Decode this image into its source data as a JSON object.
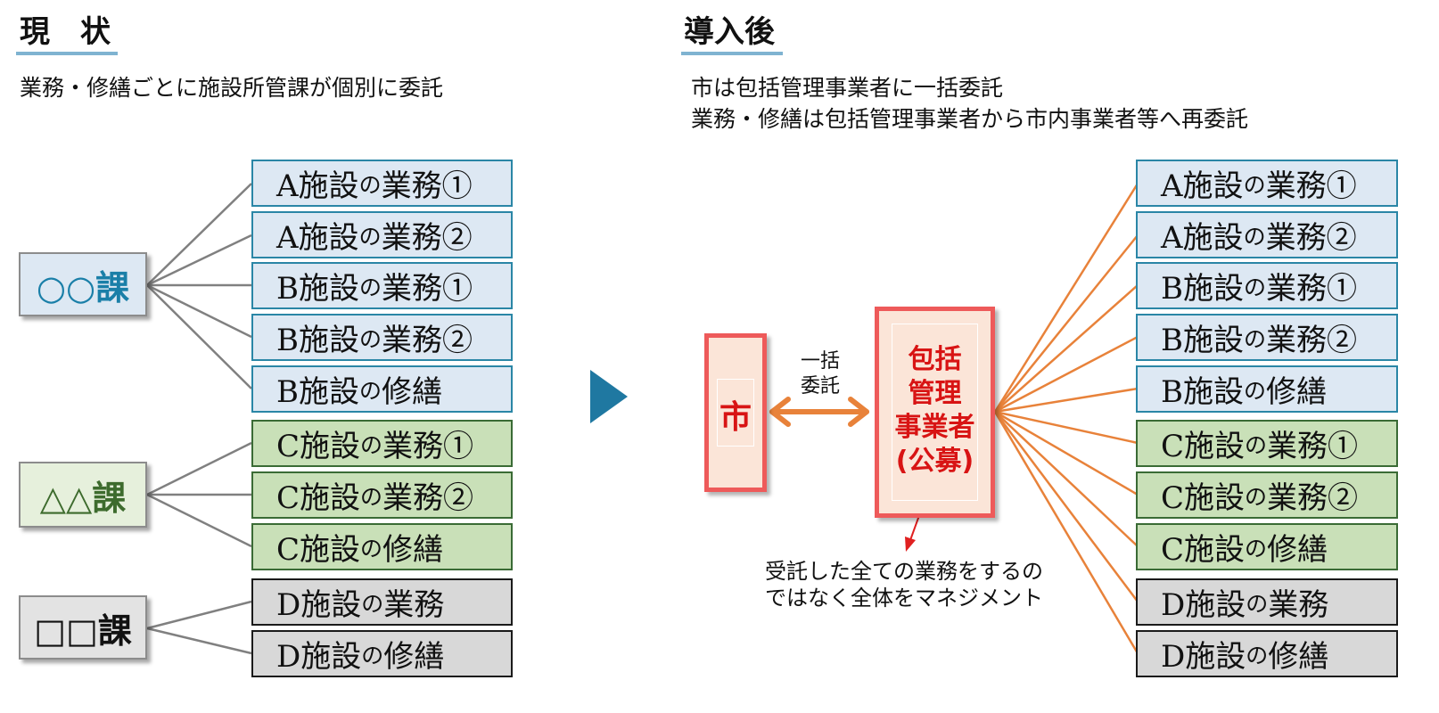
{
  "left": {
    "title": "現　状",
    "subtitle": "業務・修繕ごとに施設所管課が個別に委託",
    "depts": [
      {
        "label": "○○課",
        "color": "#1a7fa8"
      },
      {
        "label": "△△課",
        "color": "#3d6b2d"
      },
      {
        "label": "□□課",
        "color": "#111111"
      }
    ]
  },
  "right": {
    "title": "導入後",
    "subtitle_line1": "市は包括管理事業者に一括委託",
    "subtitle_line2": "業務・修繕は包括管理事業者から市内事業者等へ再委託",
    "city_label": "市",
    "contract_label_1": "一括",
    "contract_label_2": "委託",
    "contractor_line1": "包括",
    "contractor_line2": "管理",
    "contractor_line3": "事業者",
    "contractor_line4": "(公募)",
    "note_line1": "受託した全ての業務をするの",
    "note_line2": "ではなく全体をマネジメント"
  },
  "tasks": [
    {
      "prefix": "A施設",
      "particle": "の",
      "suffix": "業務①",
      "group": "blue"
    },
    {
      "prefix": "A施設",
      "particle": "の",
      "suffix": "業務②",
      "group": "blue"
    },
    {
      "prefix": "B施設",
      "particle": "の",
      "suffix": "業務①",
      "group": "blue"
    },
    {
      "prefix": "B施設",
      "particle": "の",
      "suffix": "業務②",
      "group": "blue"
    },
    {
      "prefix": "B施設",
      "particle": "の",
      "suffix": "修繕",
      "group": "blue"
    },
    {
      "prefix": "C施設",
      "particle": "の",
      "suffix": "業務①",
      "group": "green"
    },
    {
      "prefix": "C施設",
      "particle": "の",
      "suffix": "業務②",
      "group": "green"
    },
    {
      "prefix": "C施設",
      "particle": "の",
      "suffix": "修繕",
      "group": "green"
    },
    {
      "prefix": "D施設",
      "particle": "の",
      "suffix": "業務",
      "group": "gray"
    },
    {
      "prefix": "D施設",
      "particle": "の",
      "suffix": "修繕",
      "group": "gray"
    }
  ],
  "colors": {
    "gray_line": "#808080",
    "orange_line": "#e8823a",
    "arrow_blue": "#1f78a1",
    "accent_red": "#ee5a5a"
  }
}
